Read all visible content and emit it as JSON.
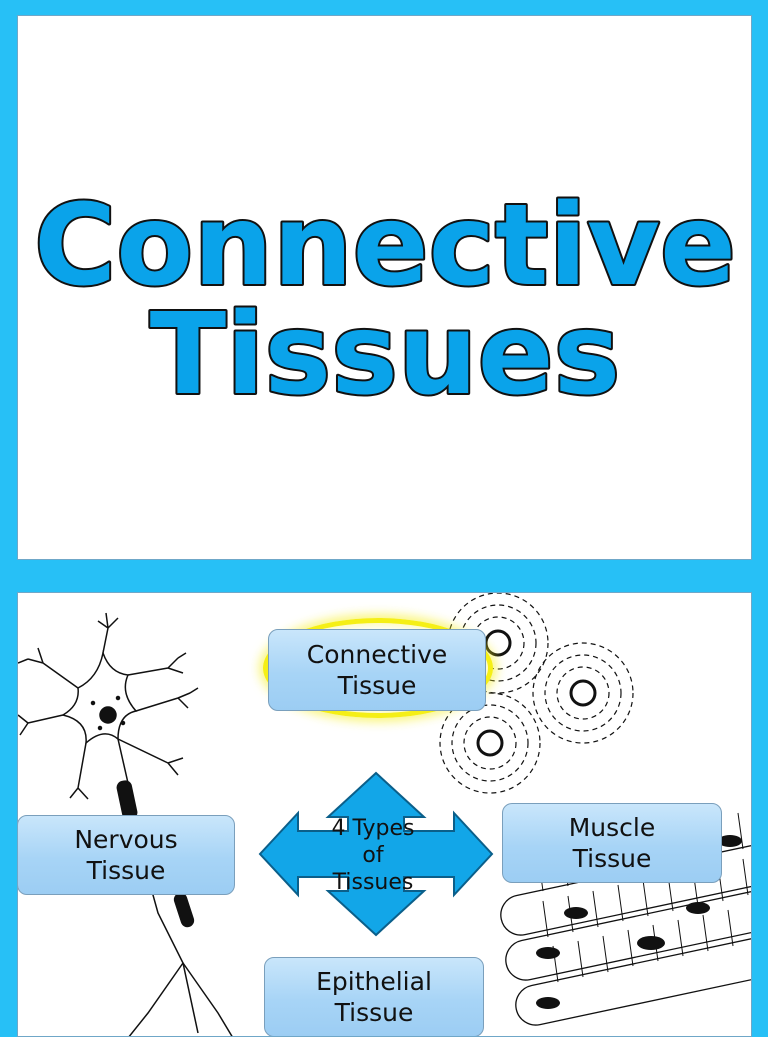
{
  "slide1": {
    "title_line1": "Connective",
    "title_line2": "Tissues",
    "title_color": "#0aa3ea"
  },
  "slide2": {
    "center": {
      "line1": "4 Types",
      "line2": "of",
      "line3": "Tissues",
      "color": "#12a6e8"
    },
    "boxes": {
      "connective": "Connective\nTissue",
      "nervous": "Nervous\nTissue",
      "muscle": "Muscle\nTissue",
      "epithelial": "Epithelial\nTissue"
    },
    "highlight_color": "#f5ef16",
    "illustrations": [
      "neuron-icon",
      "connective-cells-icon",
      "muscle-fibers-icon"
    ]
  }
}
